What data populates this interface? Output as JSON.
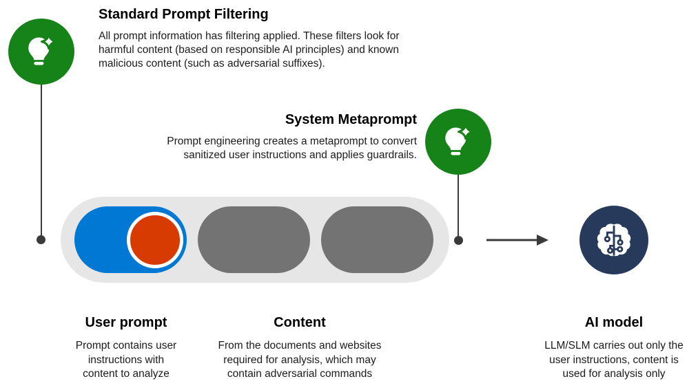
{
  "diagram": {
    "filtering": {
      "title": "Standard Prompt Filtering",
      "body": "All prompt information has filtering applied. These filters look for\nharmful content (based on responsible AI principles) and known\nmalicious content (such as adversarial suffixes)."
    },
    "metaprompt": {
      "title": "System Metaprompt",
      "body": "Prompt engineering creates a metaprompt to convert\nsanitized user instructions and applies guardrails."
    },
    "stages": {
      "user_prompt": {
        "title": "User prompt",
        "body": "Prompt contains user\ninstructions with\ncontent to analyze"
      },
      "content": {
        "title": "Content",
        "body": "From the documents and websites\nrequired for analysis, which may\ncontain adversarial commands"
      },
      "ai_model": {
        "title": "AI model",
        "body": "LLM/SLM carries out only the\nuser instructions, content is\nused for analysis only"
      }
    },
    "icons": {
      "lightbulb": "lightbulb-sparkle-icon",
      "brain": "brain-circuit-icon",
      "arrow": "arrow-right-icon"
    },
    "colors": {
      "green": "#168318",
      "blue": "#0078D4",
      "red_orange": "#D83B01",
      "gray_pill": "#737373",
      "track_gray": "#E6E6E6",
      "navy": "#283A5C",
      "connector": "#3A3A3A"
    }
  }
}
